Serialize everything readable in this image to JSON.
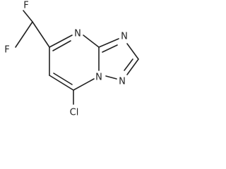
{
  "molecule": {
    "atoms": {
      "f_top": "F",
      "f_left": "F",
      "n_ring_top": "N",
      "n_triazole_right": "N",
      "n_bridge": "N",
      "n_triazole_bottom": "N",
      "cl": "Cl"
    }
  }
}
